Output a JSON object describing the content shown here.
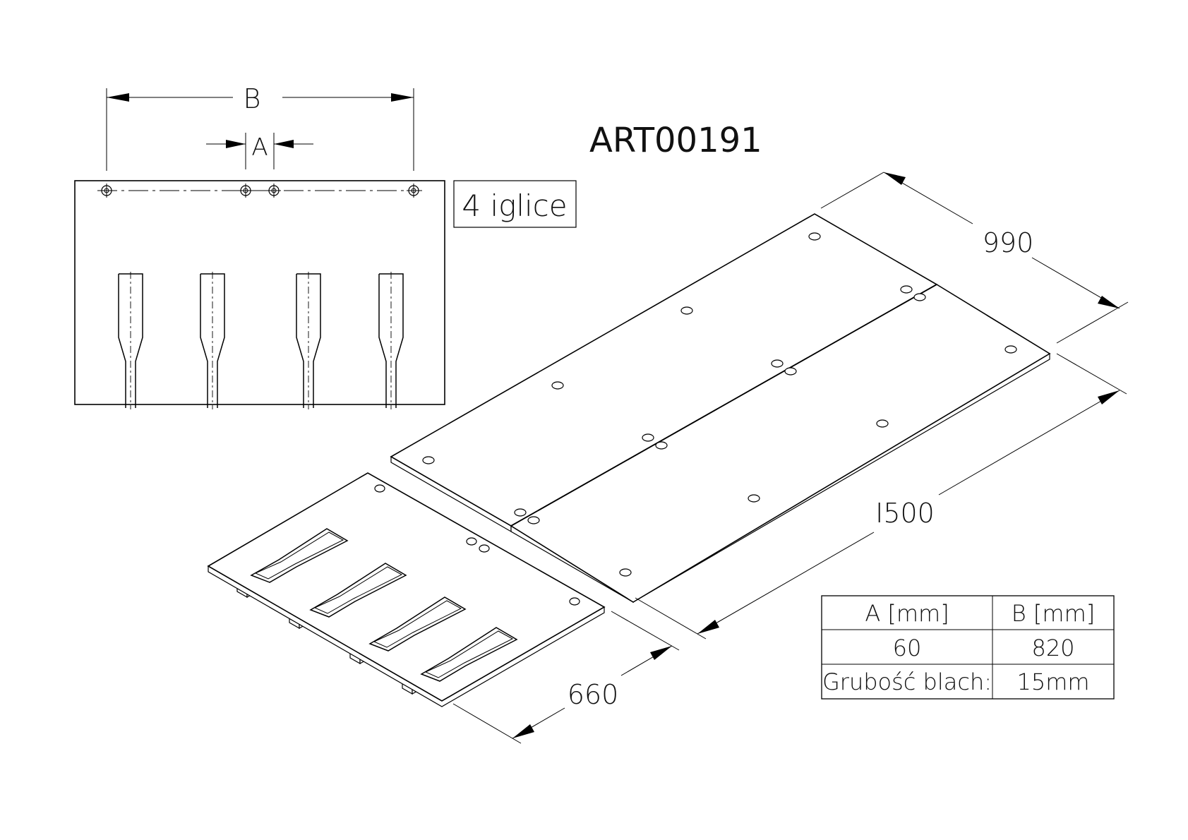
{
  "title": "ART00191",
  "needle_count_label": "4 iglice",
  "dimensions": {
    "a_label": "A",
    "b_label": "B",
    "width_990": "990",
    "length_1500": "I500",
    "length_660": "660"
  },
  "table": {
    "headers": [
      "A [mm]",
      "B [mm]"
    ],
    "values": [
      "60",
      "820"
    ],
    "thickness_label": "Grubość blach:",
    "thickness_value": "15mm"
  }
}
